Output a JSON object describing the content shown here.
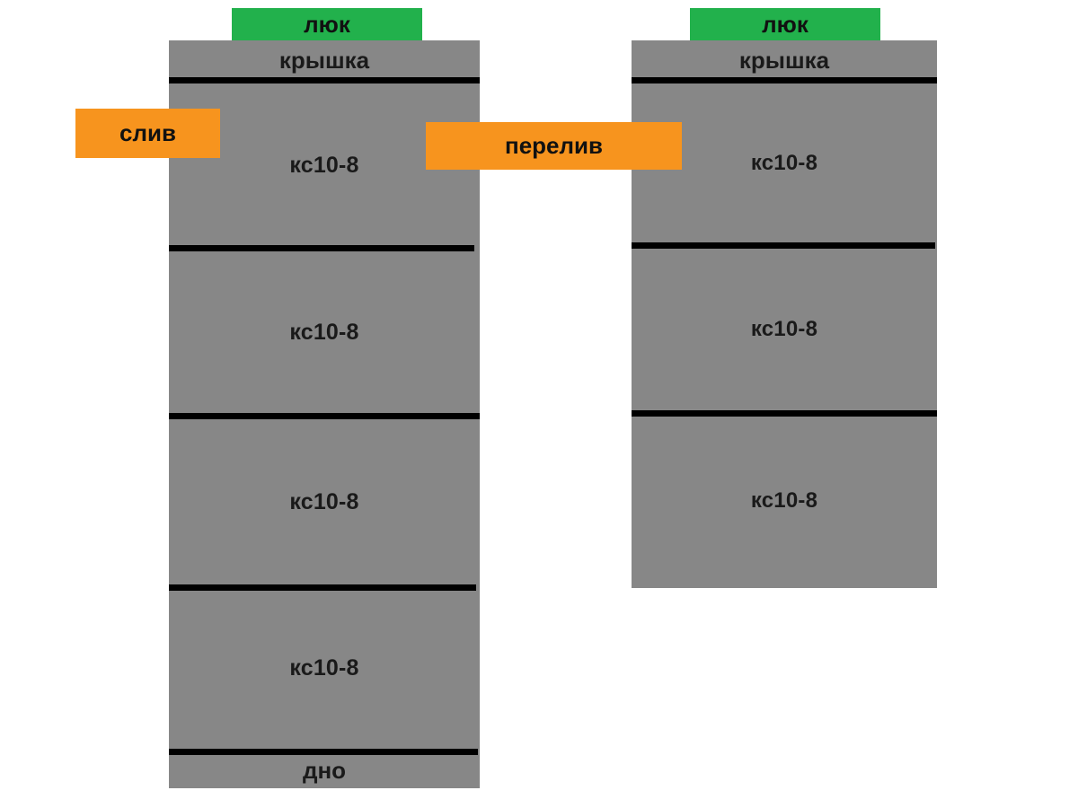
{
  "diagram": {
    "background_color": "#ffffff",
    "ring_color": "#878787",
    "hatch_color": "#22b14c",
    "pipe_color": "#f7941e",
    "joint_color": "#000000"
  },
  "chambers": [
    {
      "id": "left-chamber",
      "hatch_label": "люк",
      "cover_label": "крышка",
      "bottom_label": "дно",
      "rings": [
        {
          "label": "кс10-8"
        },
        {
          "label": "кс10-8"
        },
        {
          "label": "кс10-8"
        },
        {
          "label": "кс10-8"
        }
      ]
    },
    {
      "id": "right-chamber",
      "hatch_label": "люк",
      "cover_label": "крышка",
      "rings": [
        {
          "label": "кс10-8"
        },
        {
          "label": "кс10-8"
        },
        {
          "label": "кс10-8"
        }
      ]
    }
  ],
  "pipes": {
    "drain": "слив",
    "overflow": "перелив"
  }
}
